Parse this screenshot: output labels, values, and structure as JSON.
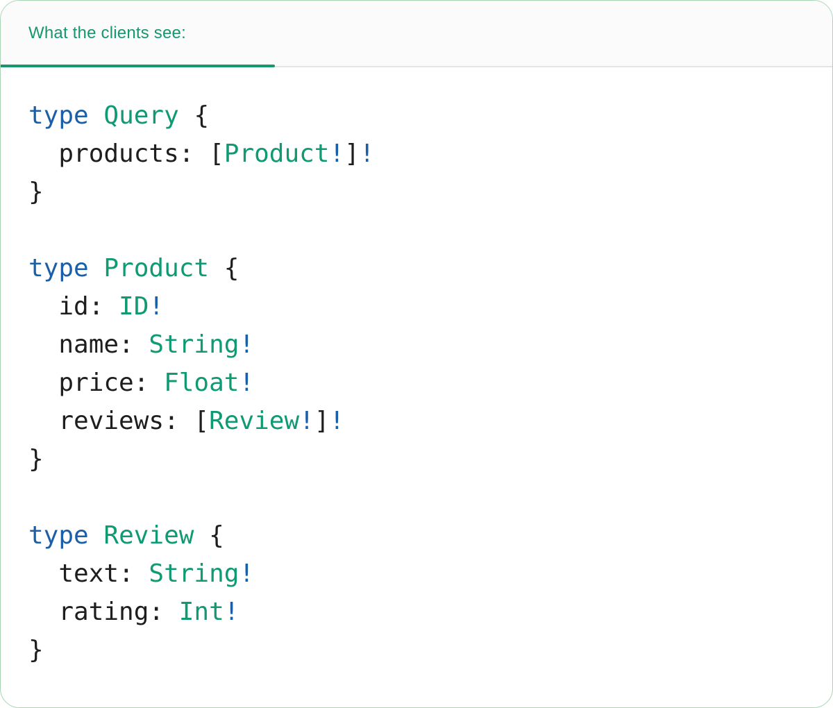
{
  "colors": {
    "accent_green": "#16976F",
    "code_green": "#109A74",
    "code_blue": "#1B5FA8",
    "code_plain": "#1E1E1E",
    "divider_gray": "#E4E4E4",
    "card_border": "#A9D4B4",
    "header_bg": "#FBFBFB",
    "card_bg": "#FFFFFF"
  },
  "header": {
    "tab_label": "What the clients see:"
  },
  "code": {
    "language": "graphql-sdl",
    "lines": [
      [
        {
          "t": "kw",
          "v": "type"
        },
        {
          "t": "plain",
          "v": " "
        },
        {
          "t": "type",
          "v": "Query"
        },
        {
          "t": "plain",
          "v": " {"
        }
      ],
      [
        {
          "t": "plain",
          "v": "  products: ["
        },
        {
          "t": "type",
          "v": "Product"
        },
        {
          "t": "bang",
          "v": "!"
        },
        {
          "t": "plain",
          "v": "]"
        },
        {
          "t": "bang",
          "v": "!"
        }
      ],
      [
        {
          "t": "plain",
          "v": "}"
        }
      ],
      [],
      [
        {
          "t": "kw",
          "v": "type"
        },
        {
          "t": "plain",
          "v": " "
        },
        {
          "t": "type",
          "v": "Product"
        },
        {
          "t": "plain",
          "v": " {"
        }
      ],
      [
        {
          "t": "plain",
          "v": "  id: "
        },
        {
          "t": "type",
          "v": "ID"
        },
        {
          "t": "bang",
          "v": "!"
        }
      ],
      [
        {
          "t": "plain",
          "v": "  name: "
        },
        {
          "t": "type",
          "v": "String"
        },
        {
          "t": "bang",
          "v": "!"
        }
      ],
      [
        {
          "t": "plain",
          "v": "  price: "
        },
        {
          "t": "type",
          "v": "Float"
        },
        {
          "t": "bang",
          "v": "!"
        }
      ],
      [
        {
          "t": "plain",
          "v": "  reviews: ["
        },
        {
          "t": "type",
          "v": "Review"
        },
        {
          "t": "bang",
          "v": "!"
        },
        {
          "t": "plain",
          "v": "]"
        },
        {
          "t": "bang",
          "v": "!"
        }
      ],
      [
        {
          "t": "plain",
          "v": "}"
        }
      ],
      [],
      [
        {
          "t": "kw",
          "v": "type"
        },
        {
          "t": "plain",
          "v": " "
        },
        {
          "t": "type",
          "v": "Review"
        },
        {
          "t": "plain",
          "v": " {"
        }
      ],
      [
        {
          "t": "plain",
          "v": "  text: "
        },
        {
          "t": "type",
          "v": "String"
        },
        {
          "t": "bang",
          "v": "!"
        }
      ],
      [
        {
          "t": "plain",
          "v": "  rating: "
        },
        {
          "t": "type",
          "v": "Int"
        },
        {
          "t": "bang",
          "v": "!"
        }
      ],
      [
        {
          "t": "plain",
          "v": "}"
        }
      ]
    ]
  }
}
